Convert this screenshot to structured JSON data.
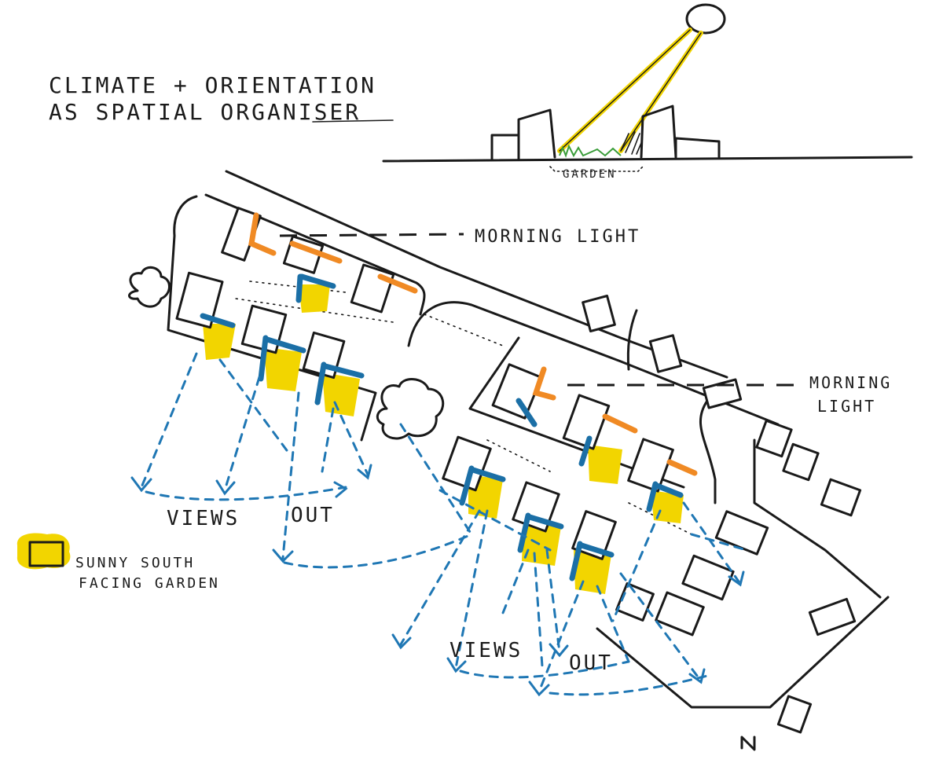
{
  "title": {
    "line1": "CLIMATE + ORIENTATION",
    "line2": "AS SPATIAL ORGANISER"
  },
  "section": {
    "garden_label": "GARDEN"
  },
  "plan": {
    "morning_light_label_1": "MORNING LIGHT",
    "morning_light_label_2a": "MORNING",
    "morning_light_label_2b": "LIGHT",
    "views_out_label_1a": "VIEWS",
    "views_out_label_1b": "OUT",
    "views_out_label_2a": "VIEWS",
    "views_out_label_2b": "OUT"
  },
  "legend": {
    "line1": "SUNNY SOUTH",
    "line2": "FACING GARDEN"
  },
  "colors": {
    "garden_yellow": "#f2d500",
    "view_blue": "#1f77b4",
    "morning_orange": "#f08a24",
    "ink": "#1a1a1a"
  }
}
